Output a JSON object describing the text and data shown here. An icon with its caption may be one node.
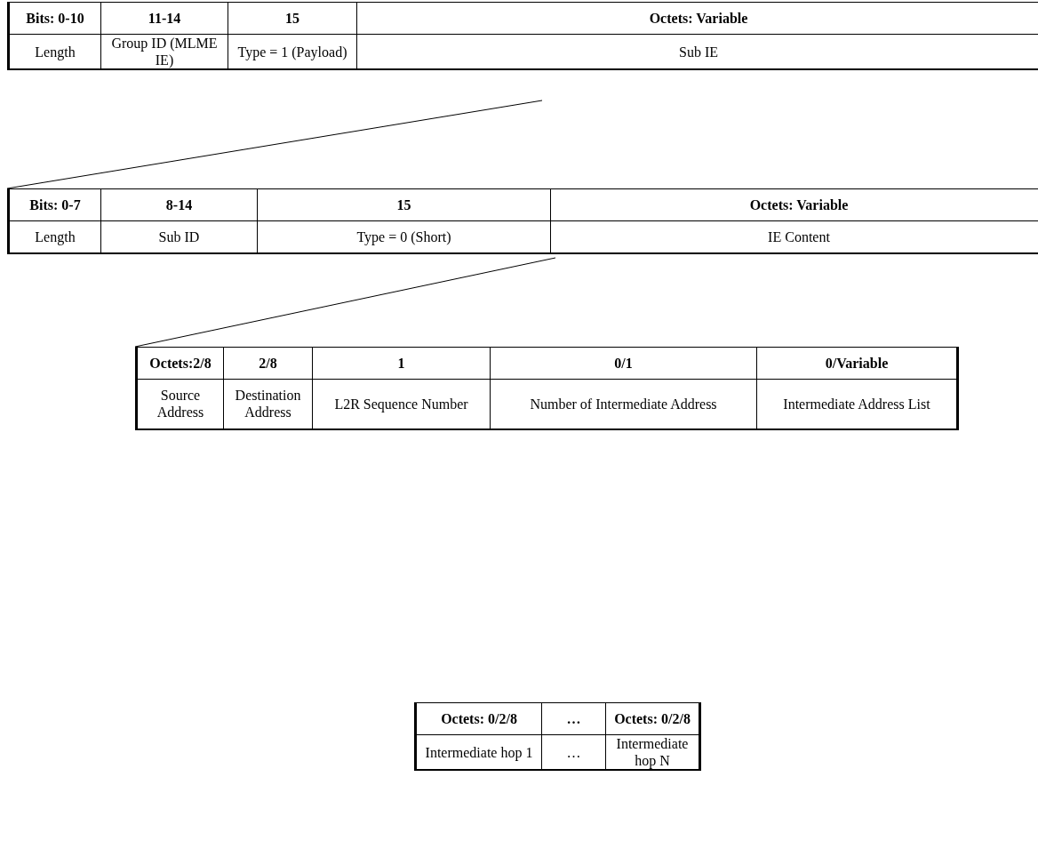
{
  "diagram": {
    "labels": [
      "Bits: 0-10",
      "11-14",
      "15",
      "Octets: Variable",
      "Length",
      "Group ID (MLME IE)",
      "Type = 1 (Payload)",
      "Sub IE",
      "Bits: 0-7",
      "8-14",
      "15",
      "Octets: Variable",
      "Length",
      "Sub ID",
      "Type = 0 (Short)",
      "IE Content",
      "Octets:2/8",
      "2/8",
      "1",
      "0/1",
      "0/Variable",
      "Source Address",
      "Destination Address",
      "L2R Sequence Number",
      "Number of Intermediate Address",
      "Intermediate Address List",
      "Octets: 0/2/8",
      "…",
      "Octets: 0/2/8",
      "Intermediate hop 1",
      "…",
      "Intermediate hop N"
    ]
  }
}
